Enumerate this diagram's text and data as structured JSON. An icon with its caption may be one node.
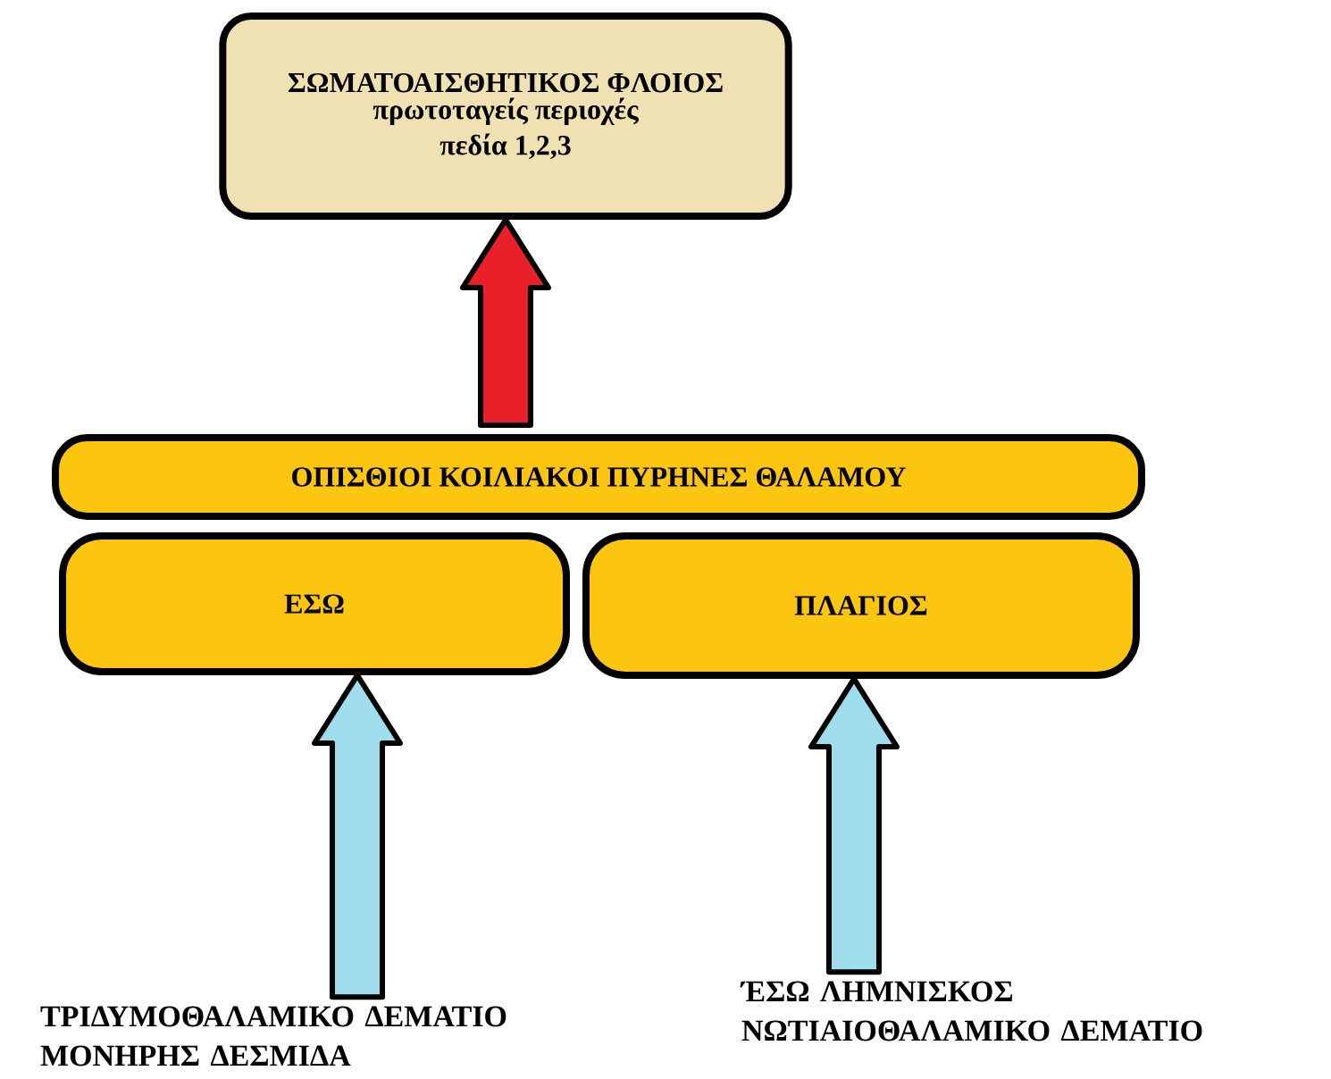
{
  "diagram": {
    "nodes": [
      {
        "text": [
          "ΣΩΜΑΤΟΑΙΣΘΗΤΙΚΟΣ ΦΛΟΙΟΣ",
          "πρωτοταγείς περιοχές πεδία 1,2,3"
        ]
      },
      {
        "text": [
          "ΟΠΙΣΘΙΟΙ ΚΟΙΛΙΑΚΟΙ ΠΥΡΗΝΕΣ ΘΑΛΑΜΟΥ"
        ]
      },
      {
        "text": [
          "ΕΣΩ"
        ]
      },
      {
        "text": [
          "ΠΛΑΓΙΟΣ"
        ]
      },
      {
        "text": [
          "ΤΡΙΔΥΜΟΘΑΛΑΜΙΚΟ ΔΕΜΑΤΙΟ ΜΟΝΗΡΗΣ ΔΕΣΜΙΔΑ"
        ]
      },
      {
        "text": [
          "ΈΣΩ ΛΗΜΝΙΣΚΟΣ ΝΩΤΙΑΙΟΘΑΛΑΜΙΚΟ ΔΕΜΑΤΙΟ"
        ]
      }
    ],
    "edges": [
      {
        "from": 1,
        "to": 0,
        "arrow": "to",
        "color": "#e8202a"
      },
      {
        "from": 4,
        "to": 2,
        "arrow": "to"
      },
      {
        "from": 5,
        "to": 3,
        "arrow": "to"
      }
    ]
  }
}
